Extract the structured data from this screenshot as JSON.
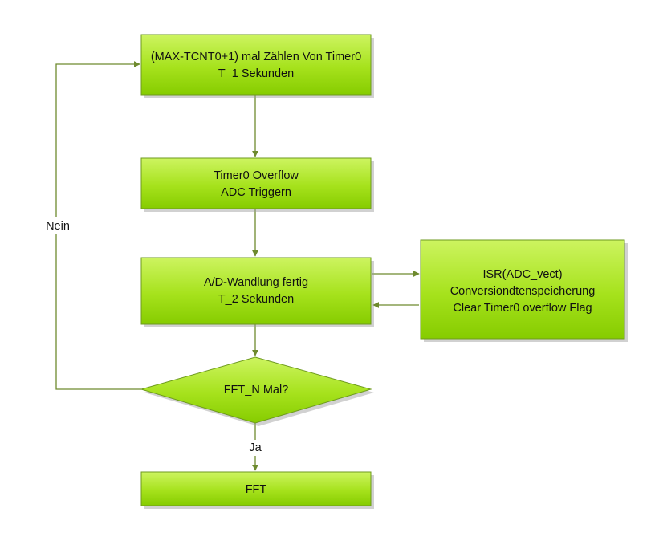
{
  "diagram": {
    "nodes": {
      "count": {
        "line1": "(MAX-TCNT0+1) mal Zählen Von Timer0",
        "line2": "T_1  Sekunden"
      },
      "overflow": {
        "line1": "Timer0 Overflow",
        "line2": "ADC Triggern"
      },
      "conversion": {
        "line1": "A/D-Wandlung fertig",
        "line2": "T_2 Sekunden"
      },
      "isr": {
        "line1": "ISR(ADC_vect)",
        "line2": "Conversiondtenspeicherung",
        "line3": "Clear Timer0 overflow Flag"
      },
      "decision": {
        "label": "FFT_N Mal?"
      },
      "fft": {
        "label": "FFT"
      }
    },
    "edges": {
      "no_label": "Nein",
      "yes_label": "Ja"
    },
    "colors": {
      "fill_light": "#c8f25a",
      "fill_dark": "#86cc00",
      "border": "#6e9a1f",
      "line": "#6e8a2e",
      "shadow": "#9a9a9a"
    }
  }
}
